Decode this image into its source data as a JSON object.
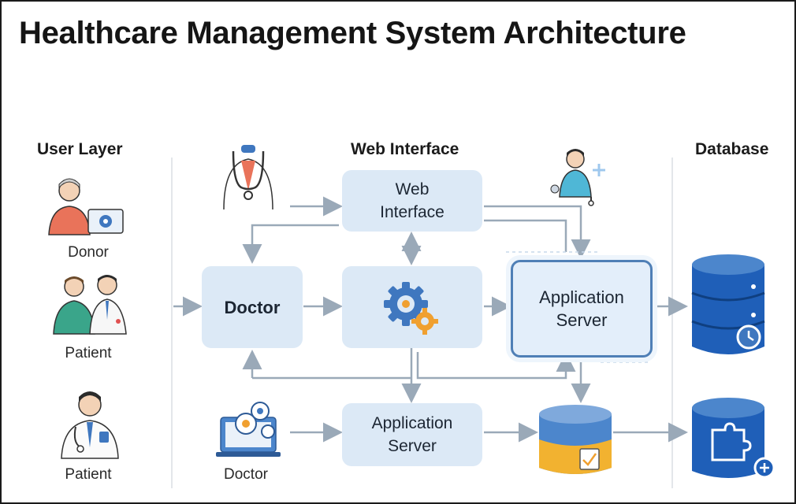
{
  "title": "Healthcare Management System Architecture",
  "columns": {
    "user_layer": "User Layer",
    "web_interface": "Web Interface",
    "database": "Database"
  },
  "users": [
    {
      "label": "Donor",
      "icon": "donor-with-laptop-icon"
    },
    {
      "label": "Patient",
      "icon": "patient-and-doctor-icon"
    },
    {
      "label": "Patient",
      "icon": "doctor-with-stethoscope-icon"
    }
  ],
  "nodes": {
    "web_interface": {
      "line1": "Web",
      "line2": "Interface"
    },
    "doctor": {
      "label": "Doctor"
    },
    "processing": {
      "icon": "gears-icon"
    },
    "application_server_main": {
      "line1": "Application",
      "line2": "Server"
    },
    "application_server_bottom": {
      "line1": "Application",
      "line2": "Server"
    }
  },
  "figures": {
    "top_doctor": {
      "icon": "doctor-stethoscope-icon"
    },
    "top_user": {
      "icon": "user-medical-icon"
    },
    "bottom_doctor": {
      "label": "Doctor",
      "icon": "doctor-laptop-icon"
    }
  },
  "databases": [
    {
      "icon": "database-clock-icon"
    },
    {
      "icon": "database-puzzle-icon"
    },
    {
      "icon": "database-document-icon"
    }
  ],
  "colors": {
    "box_fill": "#dce9f6",
    "server_border": "#4f7fb6",
    "arrow": "#9aa9b8",
    "database_blue": "#1f5fb8",
    "database_gold": "#f2b230"
  }
}
